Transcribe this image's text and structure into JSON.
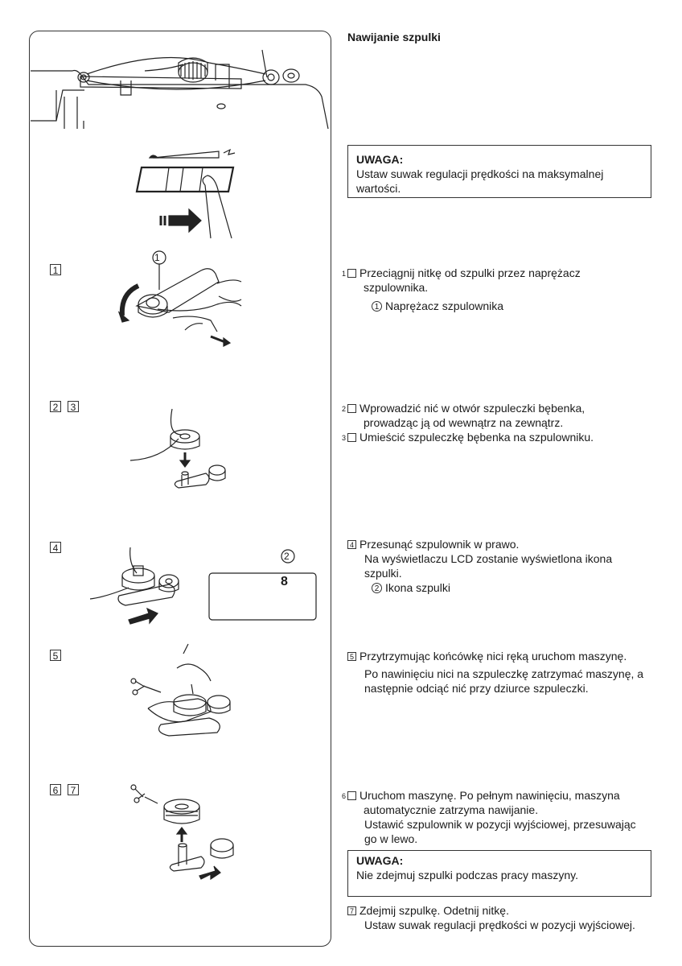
{
  "title": "Nawijanie szpulki",
  "note1": {
    "heading": "UWAGA:",
    "text": "Ustaw suwak regulacji prędkości na maksymalnej wartości."
  },
  "steps": {
    "s1_label": "1",
    "s1_text": "Przeciągnij nitkę od szpulki przez naprężacz szpulownika.",
    "s1_sub_num": "1",
    "s1_sub": "Naprężacz szpulownika",
    "s2_label": "2",
    "s3_label": "3",
    "s2_text": "Wprowadzić nić w otwór szpuleczki bębenka, prowadząc ją od wewnątrz na zewnątrz.",
    "s3_text": "Umieścić szpuleczkę bębenka na szpulowniku.",
    "s4_label": "4",
    "s4_text": "Przesunąć szpulownik w prawo.",
    "s4_text2": "Na wyświetlaczu LCD zostanie wyświetlona ikona szpulki.",
    "s4_sub_num": "2",
    "s4_sub": "Ikona szpulki",
    "s5_label": "5",
    "s5_text": "Przytrzymując końcówkę nici ręką uruchom maszynę.",
    "s5_text2": "Po nawinięciu nici na szpuleczkę zatrzymać maszynę, a następnie odciąć nić przy dziurce szpuleczki.",
    "s6_label": "6",
    "s7_label": "7",
    "s6_text": "Uruchom maszynę. Po pełnym nawinięciu, maszyna automatycznie zatrzyma nawijanie.",
    "s6_text2": "Ustawić szpulownik w pozycji wyjściowej, przesuwając go w lewo.",
    "s7_text": "Zdejmij szpulkę. Odetnij nitkę.",
    "s7_text2": "Ustaw suwak regulacji prędkości w pozycji wyjściowej."
  },
  "note2": {
    "heading": "UWAGA:",
    "text": "Nie zdejmuj szpulki podczas pracy maszyny."
  },
  "lcd": {
    "bobbin_icon": "8",
    "callout": "2"
  },
  "callout1": "1"
}
